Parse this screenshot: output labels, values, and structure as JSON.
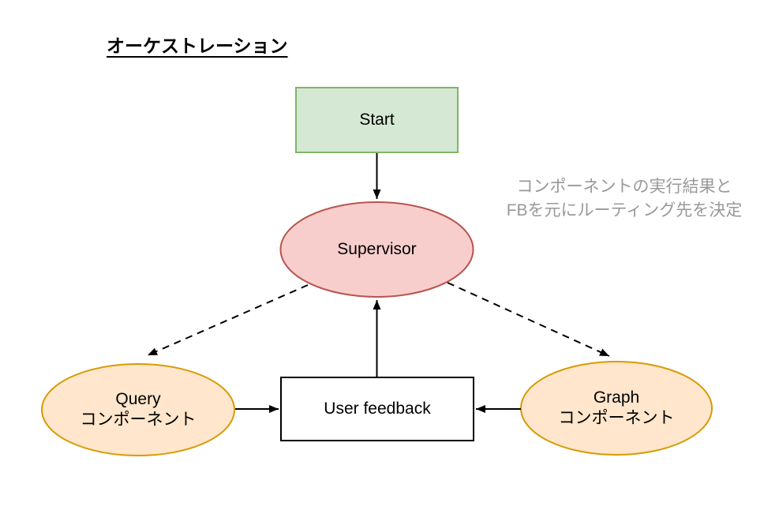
{
  "title": "オーケストレーション",
  "nodes": {
    "start": {
      "label": "Start",
      "shape": "rectangle",
      "fill": "#d5e8d4",
      "stroke": "#82b366"
    },
    "supervisor": {
      "label": "Supervisor",
      "shape": "ellipse",
      "fill": "#f8cecc",
      "stroke": "#b85450"
    },
    "query": {
      "line1": "Query",
      "line2": "コンポーネント",
      "shape": "ellipse",
      "fill": "#ffe6cc",
      "stroke": "#d79b00"
    },
    "graph": {
      "line1": "Graph",
      "line2": "コンポーネント",
      "shape": "ellipse",
      "fill": "#ffe6cc",
      "stroke": "#d79b00"
    },
    "user_feedback": {
      "label": "User feedback",
      "shape": "rectangle",
      "fill": "#ffffff",
      "stroke": "#000000"
    }
  },
  "annotation": {
    "line1": "コンポーネントの実行結果と",
    "line2": "FBを元にルーティング先を決定",
    "color": "#999999"
  },
  "edges": [
    {
      "from": "Start",
      "to": "Supervisor",
      "style": "solid",
      "arrow": "end"
    },
    {
      "from": "Supervisor",
      "to": "Query コンポーネント",
      "style": "dashed",
      "arrow": "end"
    },
    {
      "from": "Supervisor",
      "to": "Graph コンポーネント",
      "style": "dashed",
      "arrow": "end"
    },
    {
      "from": "Query コンポーネント",
      "to": "User feedback",
      "style": "solid",
      "arrow": "end"
    },
    {
      "from": "Graph コンポーネント",
      "to": "User feedback",
      "style": "solid",
      "arrow": "end"
    },
    {
      "from": "User feedback",
      "to": "Supervisor",
      "style": "solid",
      "arrow": "end"
    }
  ],
  "edge_color": "#000000"
}
